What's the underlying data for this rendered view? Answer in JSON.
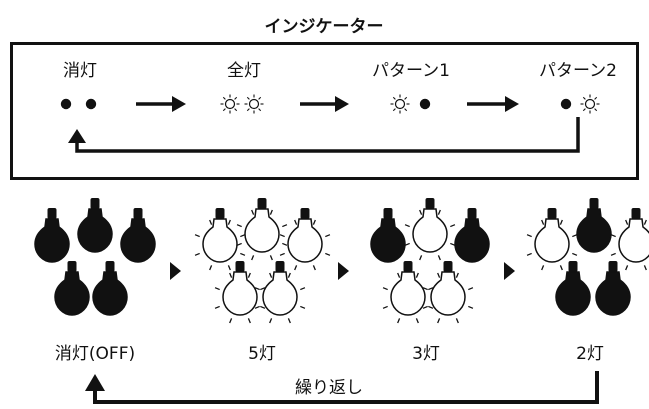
{
  "title": "インジケーター",
  "indicator": {
    "states": [
      {
        "label": "消灯",
        "dots": [
          "off",
          "off"
        ]
      },
      {
        "label": "全灯",
        "dots": [
          "on",
          "on"
        ]
      },
      {
        "label": "パターン1",
        "dots": [
          "on",
          "off"
        ]
      },
      {
        "label": "パターン2",
        "dots": [
          "off",
          "on"
        ]
      }
    ]
  },
  "cycle": {
    "states": [
      {
        "label": "消灯(OFF)",
        "bulbs": [
          "off",
          "off",
          "off",
          "off",
          "off"
        ]
      },
      {
        "label": "5灯",
        "bulbs": [
          "on",
          "on",
          "on",
          "on",
          "on"
        ]
      },
      {
        "label": "3灯",
        "bulbs": [
          "off",
          "on",
          "off",
          "on",
          "on"
        ]
      },
      {
        "label": "2灯",
        "bulbs": [
          "on",
          "off",
          "on",
          "off",
          "off"
        ]
      }
    ],
    "repeat_label": "繰り返し"
  },
  "colors": {
    "ink": "#111111",
    "bulb_on_fill": "#ffffff",
    "bulb_off_fill": "#111111"
  }
}
